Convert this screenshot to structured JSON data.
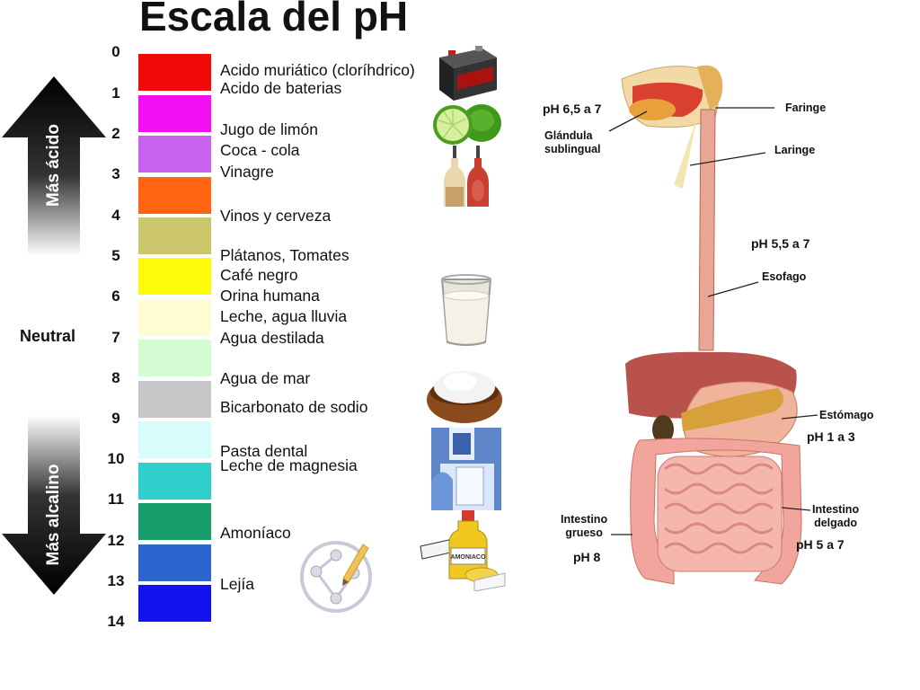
{
  "title": "Escala del pH",
  "scale": {
    "numbers": [
      "0",
      "1",
      "2",
      "3",
      "4",
      "5",
      "6",
      "7",
      "8",
      "9",
      "10",
      "11",
      "12",
      "13",
      "14"
    ],
    "bands": [
      {
        "color": "#f00a0a"
      },
      {
        "color": "#f20ff2"
      },
      {
        "color": "#c963ee"
      },
      {
        "color": "#ff6411"
      },
      {
        "color": "#cbc66b"
      },
      {
        "color": "#fdfb09"
      },
      {
        "color": "#fdfcd2"
      },
      {
        "color": "#d3fcd3"
      },
      {
        "color": "#c6c6c6"
      },
      {
        "color": "#d6fcfb"
      },
      {
        "color": "#2fcfcc"
      },
      {
        "color": "#169d6a"
      },
      {
        "color": "#2e64ce"
      },
      {
        "color": "#1212ef"
      }
    ],
    "neutral_label": "Neutral",
    "acid_arrow_label": "Más ácido",
    "alkaline_arrow_label": "Más alcalino"
  },
  "substances": [
    "Acido muriático (cloríhdrico)",
    "Acido de baterias",
    "Jugo de limón",
    "Coca - cola",
    "Vinagre",
    "Vinos y cerveza",
    "Plátanos, Tomates",
    "Café negro",
    "Orina humana",
    "Leche, agua lluvia",
    "Agua destilada",
    "Agua de mar",
    "Bicarbonato de sodio",
    "Pasta dental",
    "Leche de magnesia",
    "Amoníaco",
    "Lejía"
  ],
  "illustrations": {
    "battery": "battery-icon",
    "limes": "lime-icon",
    "vinegar_bottles": "bottle-icon",
    "milk_glass": "glass-icon",
    "baking_soda": "bowl-icon",
    "magnesia_milk": "bottle-icon",
    "ammonia_bottle": "bottle-icon",
    "ammonia_label": "AMONIACO",
    "logo": "molecule-logo"
  },
  "anatomy": {
    "labels": {
      "faringe": "Faringe",
      "laringe": "Laringe",
      "glandula": [
        "Glándula",
        "sublingual"
      ],
      "esofago": "Esofago",
      "estomago": "Estómago",
      "intestino_delgado": [
        "Intestino",
        "delgado"
      ],
      "intestino_grueso": [
        "Intestino",
        "grueso"
      ]
    },
    "ph": {
      "mouth": "pH 6,5 a 7",
      "esophagus": "pH  5,5 a 7",
      "stomach": "pH 1 a 3",
      "small_intestine": "pH 5 a 7",
      "large_intestine": "pH 8"
    }
  }
}
